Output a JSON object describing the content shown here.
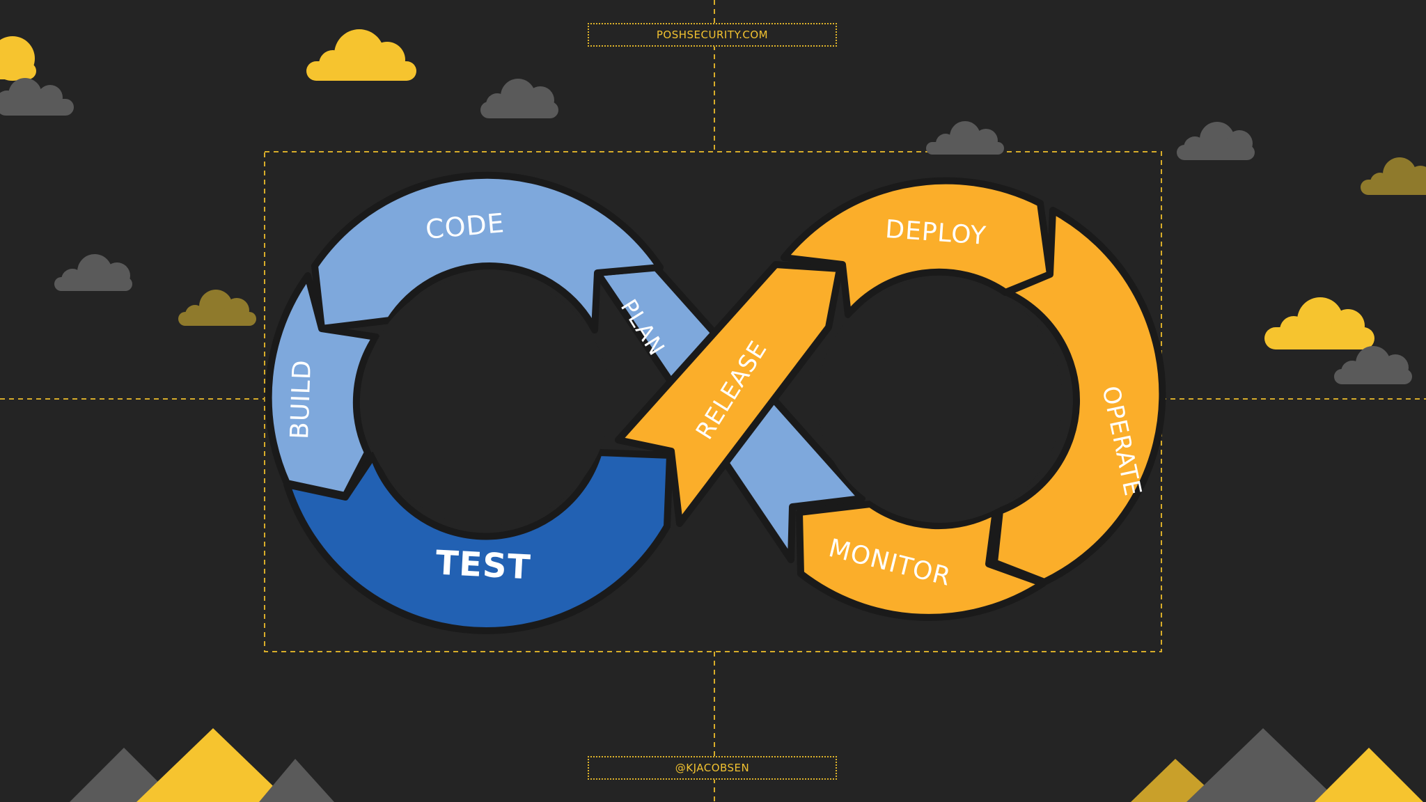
{
  "header": {
    "site": "POSHSECURITY.COM"
  },
  "footer": {
    "handle": "@KJACOBSEN"
  },
  "diagram": {
    "stages": {
      "plan": "PLAN",
      "code": "CODE",
      "build": "BUILD",
      "test": "TEST",
      "release": "RELEASE",
      "deploy": "DEPLOY",
      "operate": "OPERATE",
      "monitor": "MONITOR"
    },
    "colors": {
      "background": "#242424",
      "light_blue": "#7ea8dc",
      "dark_blue": "#2261b3",
      "orange": "#fbae2a",
      "accent_yellow": "#f6c42f",
      "cloud_gray": "#5a5a5a",
      "cloud_olive": "#8f7a2c",
      "guide_line": "#d8ad2a"
    }
  }
}
